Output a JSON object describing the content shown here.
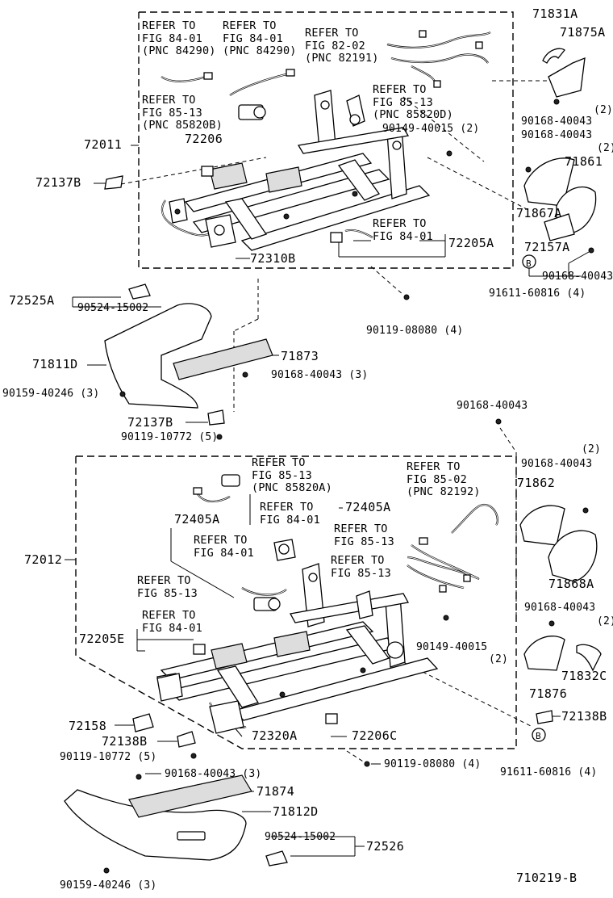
{
  "part_numbers": {
    "p71831A": "71831A",
    "p71875A": "71875A",
    "p90168_40043_a": "90168-40043",
    "qty_2_a": "(2)",
    "p90168_40043_b": "90168-40043",
    "qty_2_b": "(2)",
    "p71861": "71861",
    "p71867A": "71867A",
    "p72157A": "72157A",
    "p90168_40043_c": "90168-40043",
    "p91611_60816_a": "91611-60816 (4)",
    "p72011": "72011",
    "p72206": "72206",
    "p72137B_a": "72137B",
    "p90149_40015_a": "90149-40015 (2)",
    "p72205A": "72205A",
    "p72310B": "72310B",
    "p72525A": "72525A",
    "p90524_15002_a": "90524-15002",
    "p90119_08080_a": "90119-08080 (4)",
    "p71811D": "71811D",
    "p71873": "71873",
    "p90168_40043_d": "90168-40043 (3)",
    "p90159_40246_a": "90159-40246 (3)",
    "p72137B_b": "72137B",
    "p90119_10772_a": "90119-10772 (5)",
    "p90168_40043_e": "90168-40043",
    "qty_2_c": "(2)",
    "p90168_40043_f": "90168-40043",
    "p71862": "71862",
    "p72405A_a": "72405A",
    "p72405A_b": "72405A",
    "p72012": "72012",
    "p71868A": "71868A",
    "p90168_40043_g": "90168-40043",
    "qty_2_d": "(2)",
    "p90149_40015_b": "90149-40015",
    "qty_2_e": "(2)",
    "p72205E": "72205E",
    "p71832C": "71832C",
    "p71876": "71876",
    "p72138B_a": "72138B",
    "p72158": "72158",
    "p72138B_b": "72138B",
    "p72320A": "72320A",
    "p72206C": "72206C",
    "p90119_10772_b": "90119-10772 (5)",
    "p90119_08080_b": "90119-08080 (4)",
    "p91611_60816_b": "91611-60816 (4)",
    "p90168_40043_h": "90168-40043 (3)",
    "p71874": "71874",
    "p71812D": "71812D",
    "p90524_15002_b": "90524-15002",
    "p72526": "72526",
    "p90159_40246_b": "90159-40246 (3)",
    "ref_letter_1": "B",
    "ref_letter_2": "B"
  },
  "references": {
    "r1": "REFER TO\nFIG 84-01\n(PNC 84290)",
    "r2": "REFER TO\nFIG 84-01\n(PNC 84290)",
    "r3": "REFER TO\nFIG 82-02\n(PNC 82191)",
    "r4": "REFER TO\nFIG 85-13\n(PNC 85820B)",
    "r5": "REFER TO\nFIG 85-13\n(PNC 85820D)",
    "r6": "REFER TO\nFIG 84-01",
    "r7": "REFER TO\nFIG 85-13\n(PNC 85820A)",
    "r8": "REFER TO\nFIG 85-02\n(PNC 82192)",
    "r9": "REFER TO\nFIG 84-01",
    "r10": "REFER TO\nFIG 84-01",
    "r11": "REFER TO\nFIG 85-13",
    "r12": "REFER TO\nFIG 85-13",
    "r13": "REFER TO\nFIG 85-13",
    "r14": "REFER TO\nFIG 84-01"
  },
  "figure_id": "710219-B"
}
